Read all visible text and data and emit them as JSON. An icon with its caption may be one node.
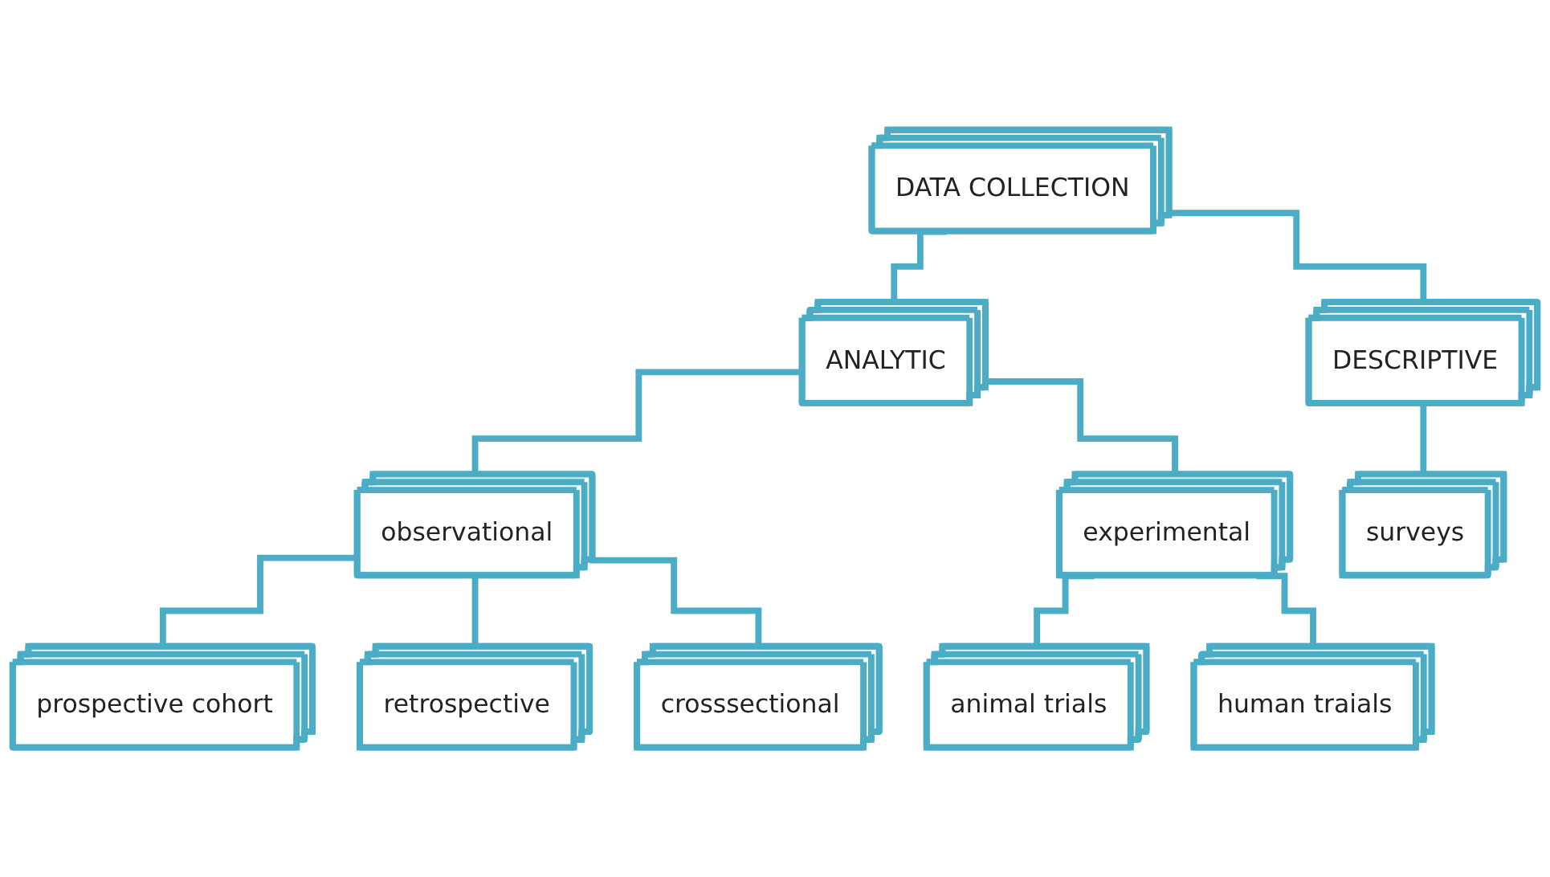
{
  "diagram": {
    "nodes": [
      {
        "text": [
          "DATA COLLECTION"
        ]
      },
      {
        "text": [
          "ANALYTIC"
        ]
      },
      {
        "text": [
          "DESCRIPTIVE"
        ]
      },
      {
        "text": [
          "observational"
        ]
      },
      {
        "text": [
          "experimental"
        ]
      },
      {
        "text": [
          "surveys"
        ]
      },
      {
        "text": [
          "prospective cohort"
        ]
      },
      {
        "text": [
          "retrospective"
        ]
      },
      {
        "text": [
          "crosssectional"
        ]
      },
      {
        "text": [
          "animal trials"
        ]
      },
      {
        "text": [
          "human traials"
        ]
      }
    ],
    "edges": [
      {
        "from": 0,
        "to": 1,
        "arrow": "none"
      },
      {
        "from": 0,
        "to": 2,
        "arrow": "none"
      },
      {
        "from": 1,
        "to": 3,
        "arrow": "none"
      },
      {
        "from": 1,
        "to": 4,
        "arrow": "none"
      },
      {
        "from": 2,
        "to": 5,
        "arrow": "none"
      },
      {
        "from": 3,
        "to": 6,
        "arrow": "none"
      },
      {
        "from": 3,
        "to": 7,
        "arrow": "none"
      },
      {
        "from": 3,
        "to": 8,
        "arrow": "none"
      },
      {
        "from": 4,
        "to": 9,
        "arrow": "none"
      },
      {
        "from": 4,
        "to": 10,
        "arrow": "none"
      }
    ]
  }
}
